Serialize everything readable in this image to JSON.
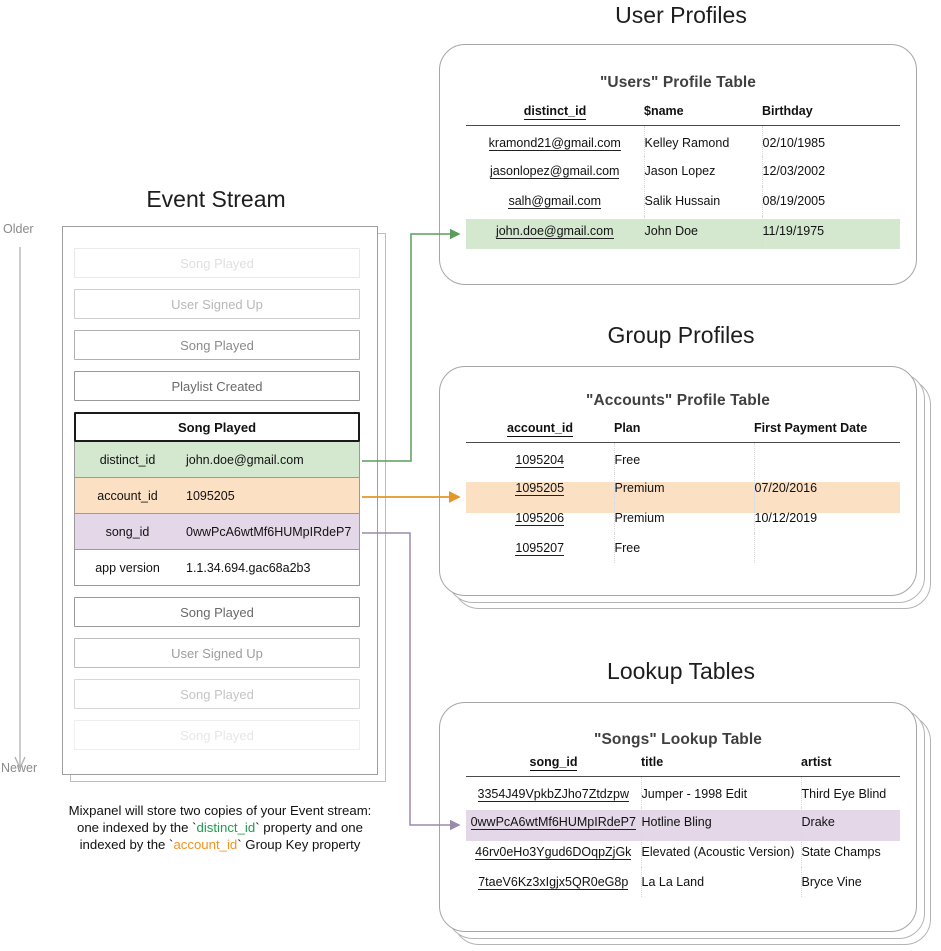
{
  "sections": {
    "user_profiles_title": "User Profiles",
    "group_profiles_title": "Group Profiles",
    "lookup_tables_title": "Lookup Tables",
    "event_stream_title": "Event Stream"
  },
  "axis": {
    "older": "Older",
    "newer": "Newer"
  },
  "caption": {
    "line1": "Mixpanel will store two copies of your Event stream:",
    "line2_a": "one indexed by the `",
    "line2_key": "distinct_id",
    "line2_b": "` property and one",
    "line3_a": "indexed by the `",
    "line3_key": "account_id",
    "line3_b": "` Group Key property"
  },
  "event_stream": {
    "events": [
      {
        "label": "Song Played",
        "opacity": 0.18,
        "expanded": false
      },
      {
        "label": "User Signed Up",
        "opacity": 0.42,
        "expanded": false
      },
      {
        "label": "Song Played",
        "opacity": 0.68,
        "expanded": false
      },
      {
        "label": "Playlist Created",
        "opacity": 0.88,
        "expanded": false
      },
      {
        "label": "Song Played",
        "opacity": 1.0,
        "expanded": true
      },
      {
        "label": "Song Played",
        "opacity": 0.88,
        "expanded": false
      },
      {
        "label": "User Signed Up",
        "opacity": 0.58,
        "expanded": false
      },
      {
        "label": "Song Played",
        "opacity": 0.34,
        "expanded": false
      },
      {
        "label": "Song Played",
        "opacity": 0.14,
        "expanded": false
      }
    ],
    "expanded_properties": [
      {
        "key": "distinct_id",
        "value": "john.doe@gmail.com",
        "highlight": "green"
      },
      {
        "key": "account_id",
        "value": "1095205",
        "highlight": "orange"
      },
      {
        "key": "song_id",
        "value": "0wwPcA6wtMf6HUMpIRdeP7",
        "highlight": "purple"
      },
      {
        "key": "app version",
        "value": "1.1.34.694.gac68a2b3",
        "highlight": "plain"
      }
    ]
  },
  "users_table": {
    "title": "\"Users\" Profile Table",
    "columns": [
      "distinct_id",
      "$name",
      "Birthday"
    ],
    "rows": [
      {
        "cells": [
          "kramond21@gmail.com",
          "Kelley Ramond",
          "02/10/1985"
        ],
        "highlight": null
      },
      {
        "cells": [
          "jasonlopez@gmail.com",
          "Jason Lopez",
          "12/03/2002"
        ],
        "highlight": null
      },
      {
        "cells": [
          "salh@gmail.com",
          "Salik Hussain",
          "08/19/2005"
        ],
        "highlight": null
      },
      {
        "cells": [
          "john.doe@gmail.com",
          "John Doe",
          "11/19/1975"
        ],
        "highlight": "green"
      }
    ]
  },
  "accounts_table": {
    "title": "\"Accounts\" Profile Table",
    "columns": [
      "account_id",
      "Plan",
      "First Payment Date"
    ],
    "rows": [
      {
        "cells": [
          "1095204",
          "Free",
          ""
        ],
        "highlight": null
      },
      {
        "cells": [
          "1095205",
          "Premium",
          "07/20/2016"
        ],
        "highlight": "orange"
      },
      {
        "cells": [
          "1095206",
          "Premium",
          "10/12/2019"
        ],
        "highlight": null
      },
      {
        "cells": [
          "1095207",
          "Free",
          ""
        ],
        "highlight": null
      }
    ]
  },
  "songs_table": {
    "title": "\"Songs\" Lookup Table",
    "columns": [
      "song_id",
      "title",
      "artist"
    ],
    "rows": [
      {
        "cells": [
          "3354J49VpkbZJho7Ztdzpw",
          "Jumper - 1998 Edit",
          "Third Eye Blind"
        ],
        "highlight": null
      },
      {
        "cells": [
          "0wwPcA6wtMf6HUMpIRdeP7",
          "Hotline Bling",
          "Drake"
        ],
        "highlight": "purple"
      },
      {
        "cells": [
          "46rv0eHo3Ygud6DOqpZjGk",
          "Elevated (Acoustic Version)",
          "State Champs"
        ],
        "highlight": null
      },
      {
        "cells": [
          "7taeV6Kz3xIgjx5QR0eG8p",
          "La La Land",
          "Bryce Vine"
        ],
        "highlight": null
      }
    ]
  },
  "colors": {
    "green_highlight": "#d4e8d0",
    "orange_highlight": "#fce0c4",
    "purple_highlight": "#e4d8e8",
    "green_arrow": "#5a9e5a",
    "orange_arrow": "#e3972a",
    "purple_arrow": "#9b8aa8",
    "card_border": "#a6a6a6"
  }
}
